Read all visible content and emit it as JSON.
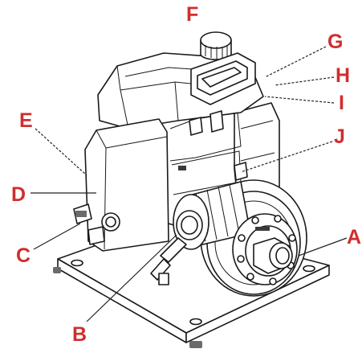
{
  "diagram": {
    "callouts": [
      {
        "id": "A",
        "label": "A"
      },
      {
        "id": "B",
        "label": "B"
      },
      {
        "id": "C",
        "label": "C"
      },
      {
        "id": "D",
        "label": "D"
      },
      {
        "id": "E",
        "label": "E"
      },
      {
        "id": "F",
        "label": "F"
      },
      {
        "id": "G",
        "label": "G"
      },
      {
        "id": "H",
        "label": "H"
      },
      {
        "id": "I",
        "label": "I"
      },
      {
        "id": "J",
        "label": "J"
      }
    ],
    "colors": {
      "callout_text": "#d02e2e",
      "line_art": "#1a1a1a",
      "shading": "#6b6b6b",
      "background": "#ffffff"
    }
  }
}
